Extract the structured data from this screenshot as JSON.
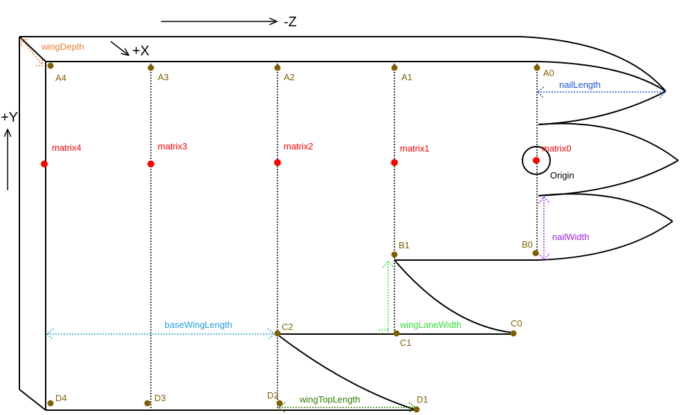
{
  "axes": {
    "z_label": "-Z",
    "x_label": "+X",
    "y_label": "+Y"
  },
  "points": {
    "A4": "A4",
    "A3": "A3",
    "A2": "A2",
    "A1": "A1",
    "A0": "A0",
    "B1": "B1",
    "B0": "B0",
    "C2": "C2",
    "C1": "C1",
    "C0": "C0",
    "D4": "D4",
    "D3": "D3",
    "D2": "D2",
    "D1": "D1"
  },
  "matrices": {
    "m4": "matrix4",
    "m3": "matrix3",
    "m2": "matrix2",
    "m1": "matrix1",
    "m0": "matrix0"
  },
  "origin_label": "Origin",
  "dimensions": {
    "wing_depth": "wingDepth",
    "nail_length": "nailLength",
    "nail_width": "nailWidth",
    "base_wing_length": "baseWingLength",
    "wing_lane_width": "wingLaneWidth",
    "wing_top_length": "wingTopLength"
  },
  "colors": {
    "outline": "#000000",
    "point": "#7f6000",
    "point_label": "#7f6000",
    "matrix": "#ff0000",
    "wing_depth": "#ed7d31",
    "nail_length": "#1f4fd1",
    "nail_width": "#a020f0",
    "base_wing_length": "#1e9ee0",
    "wing_lane_width": "#33dd33",
    "wing_top_length": "#2e7d00"
  }
}
